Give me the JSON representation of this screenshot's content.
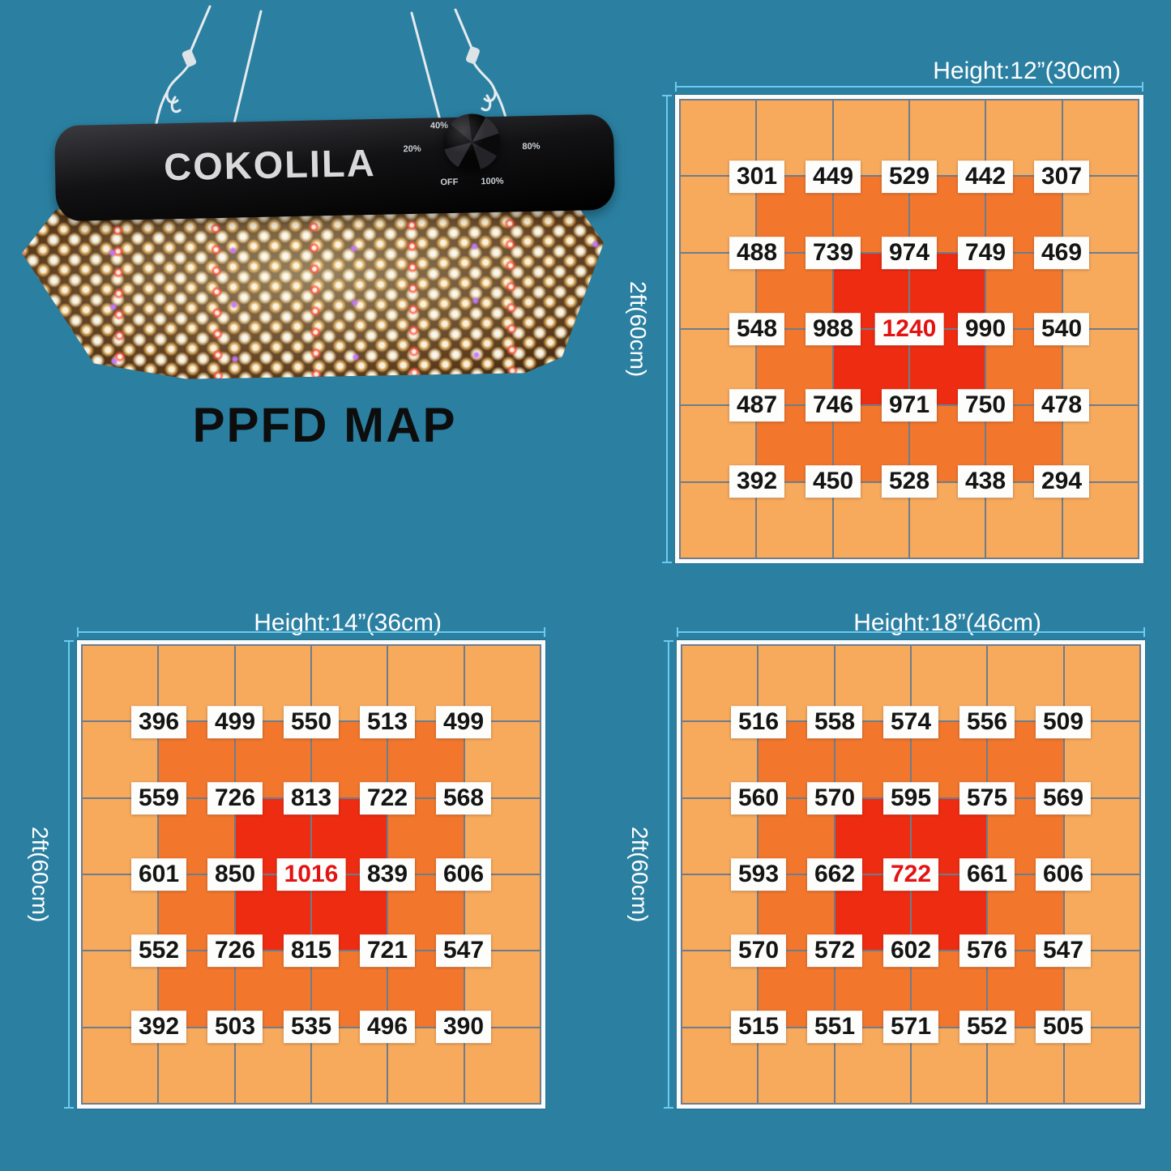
{
  "product": {
    "brand": "COKOLILA",
    "title": "PPFD MAP",
    "knob_labels": [
      "40%",
      "20%",
      "80%",
      "OFF",
      "100%"
    ]
  },
  "colors": {
    "background": "#2b80a2",
    "zone_low": "#f7a95c",
    "zone_mid": "#f2772d",
    "zone_hot": "#ee2c12",
    "gridline": "#6d7d8c",
    "dimension_line": "#6ccaf0",
    "value_text": "#141414",
    "peak_text": "#e31313",
    "label_text": "#ffffff"
  },
  "chart_data": [
    {
      "type": "heatmap",
      "title": "Height:12”(30cm)",
      "side_label": "2ft(60cm)",
      "rows": 6,
      "cols": 6,
      "values": [
        [
          301,
          449,
          529,
          442,
          307
        ],
        [
          488,
          739,
          974,
          749,
          469
        ],
        [
          548,
          988,
          1240,
          990,
          540
        ],
        [
          487,
          746,
          971,
          750,
          478
        ],
        [
          392,
          450,
          528,
          438,
          294
        ]
      ],
      "peak_value": 1240,
      "peak_row": 2,
      "peak_col": 2,
      "zone_pattern": [
        [
          0,
          0,
          0,
          0,
          0,
          0
        ],
        [
          0,
          1,
          1,
          1,
          1,
          0
        ],
        [
          0,
          1,
          2,
          2,
          1,
          0
        ],
        [
          0,
          1,
          2,
          2,
          1,
          0
        ],
        [
          0,
          1,
          1,
          1,
          1,
          0
        ],
        [
          0,
          0,
          0,
          0,
          0,
          0
        ]
      ],
      "zone_colors": [
        "#f7a95c",
        "#f2772d",
        "#ee2c12"
      ]
    },
    {
      "type": "heatmap",
      "title": "Height:14”(36cm)",
      "side_label": "2ft(60cm)",
      "rows": 6,
      "cols": 6,
      "values": [
        [
          396,
          499,
          550,
          513,
          499
        ],
        [
          559,
          726,
          813,
          722,
          568
        ],
        [
          601,
          850,
          1016,
          839,
          606
        ],
        [
          552,
          726,
          815,
          721,
          547
        ],
        [
          392,
          503,
          535,
          496,
          390
        ]
      ],
      "peak_value": 1016,
      "peak_row": 2,
      "peak_col": 2,
      "zone_pattern": [
        [
          0,
          0,
          0,
          0,
          0,
          0
        ],
        [
          0,
          1,
          1,
          1,
          1,
          0
        ],
        [
          0,
          1,
          2,
          2,
          1,
          0
        ],
        [
          0,
          1,
          2,
          2,
          1,
          0
        ],
        [
          0,
          1,
          1,
          1,
          1,
          0
        ],
        [
          0,
          0,
          0,
          0,
          0,
          0
        ]
      ],
      "zone_colors": [
        "#f7a95c",
        "#f2772d",
        "#ee2c12"
      ]
    },
    {
      "type": "heatmap",
      "title": "Height:18”(46cm)",
      "side_label": "2ft(60cm)",
      "rows": 6,
      "cols": 6,
      "values": [
        [
          516,
          558,
          574,
          556,
          509
        ],
        [
          560,
          570,
          595,
          575,
          569
        ],
        [
          593,
          662,
          722,
          661,
          606
        ],
        [
          570,
          572,
          602,
          576,
          547
        ],
        [
          515,
          551,
          571,
          552,
          505
        ]
      ],
      "peak_value": 722,
      "peak_row": 2,
      "peak_col": 2,
      "zone_pattern": [
        [
          0,
          0,
          0,
          0,
          0,
          0
        ],
        [
          0,
          1,
          1,
          1,
          1,
          0
        ],
        [
          0,
          1,
          2,
          2,
          1,
          0
        ],
        [
          0,
          1,
          2,
          2,
          1,
          0
        ],
        [
          0,
          1,
          1,
          1,
          1,
          0
        ],
        [
          0,
          0,
          0,
          0,
          0,
          0
        ]
      ],
      "zone_colors": [
        "#f7a95c",
        "#f2772d",
        "#ee2c12"
      ]
    }
  ]
}
